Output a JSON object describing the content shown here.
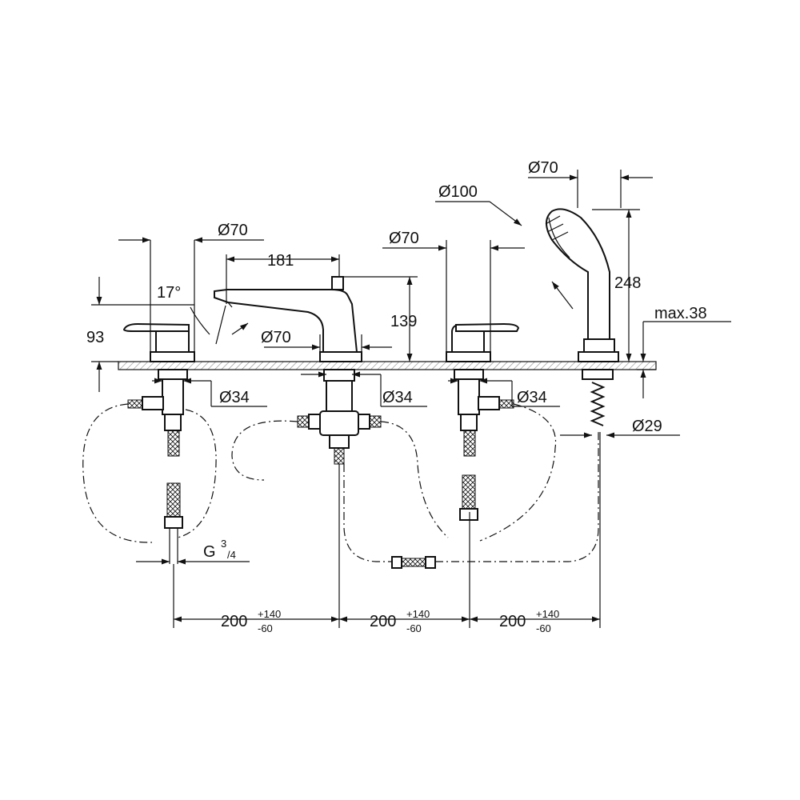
{
  "colors": {
    "line": "#111111",
    "background": "#ffffff",
    "deck_hatch": "#888888"
  },
  "labels": {
    "d70_spout_top": "Ø70",
    "len181": "181",
    "angle17": "17°",
    "h93": "93",
    "d70_spout_base": "Ø70",
    "h139": "139",
    "d70_handle_right": "Ø70",
    "d100": "Ø100",
    "d70_handshower": "Ø70",
    "h248": "248",
    "max38": "max.38",
    "d34_left": "Ø34",
    "d34_mid": "Ø34",
    "d34_right": "Ø34",
    "d29": "Ø29",
    "g34_main": "G",
    "g34_num": "3",
    "g34_den": "/4",
    "spacing_main": "200",
    "spacing_plus": "+140",
    "spacing_minus": "-60"
  }
}
